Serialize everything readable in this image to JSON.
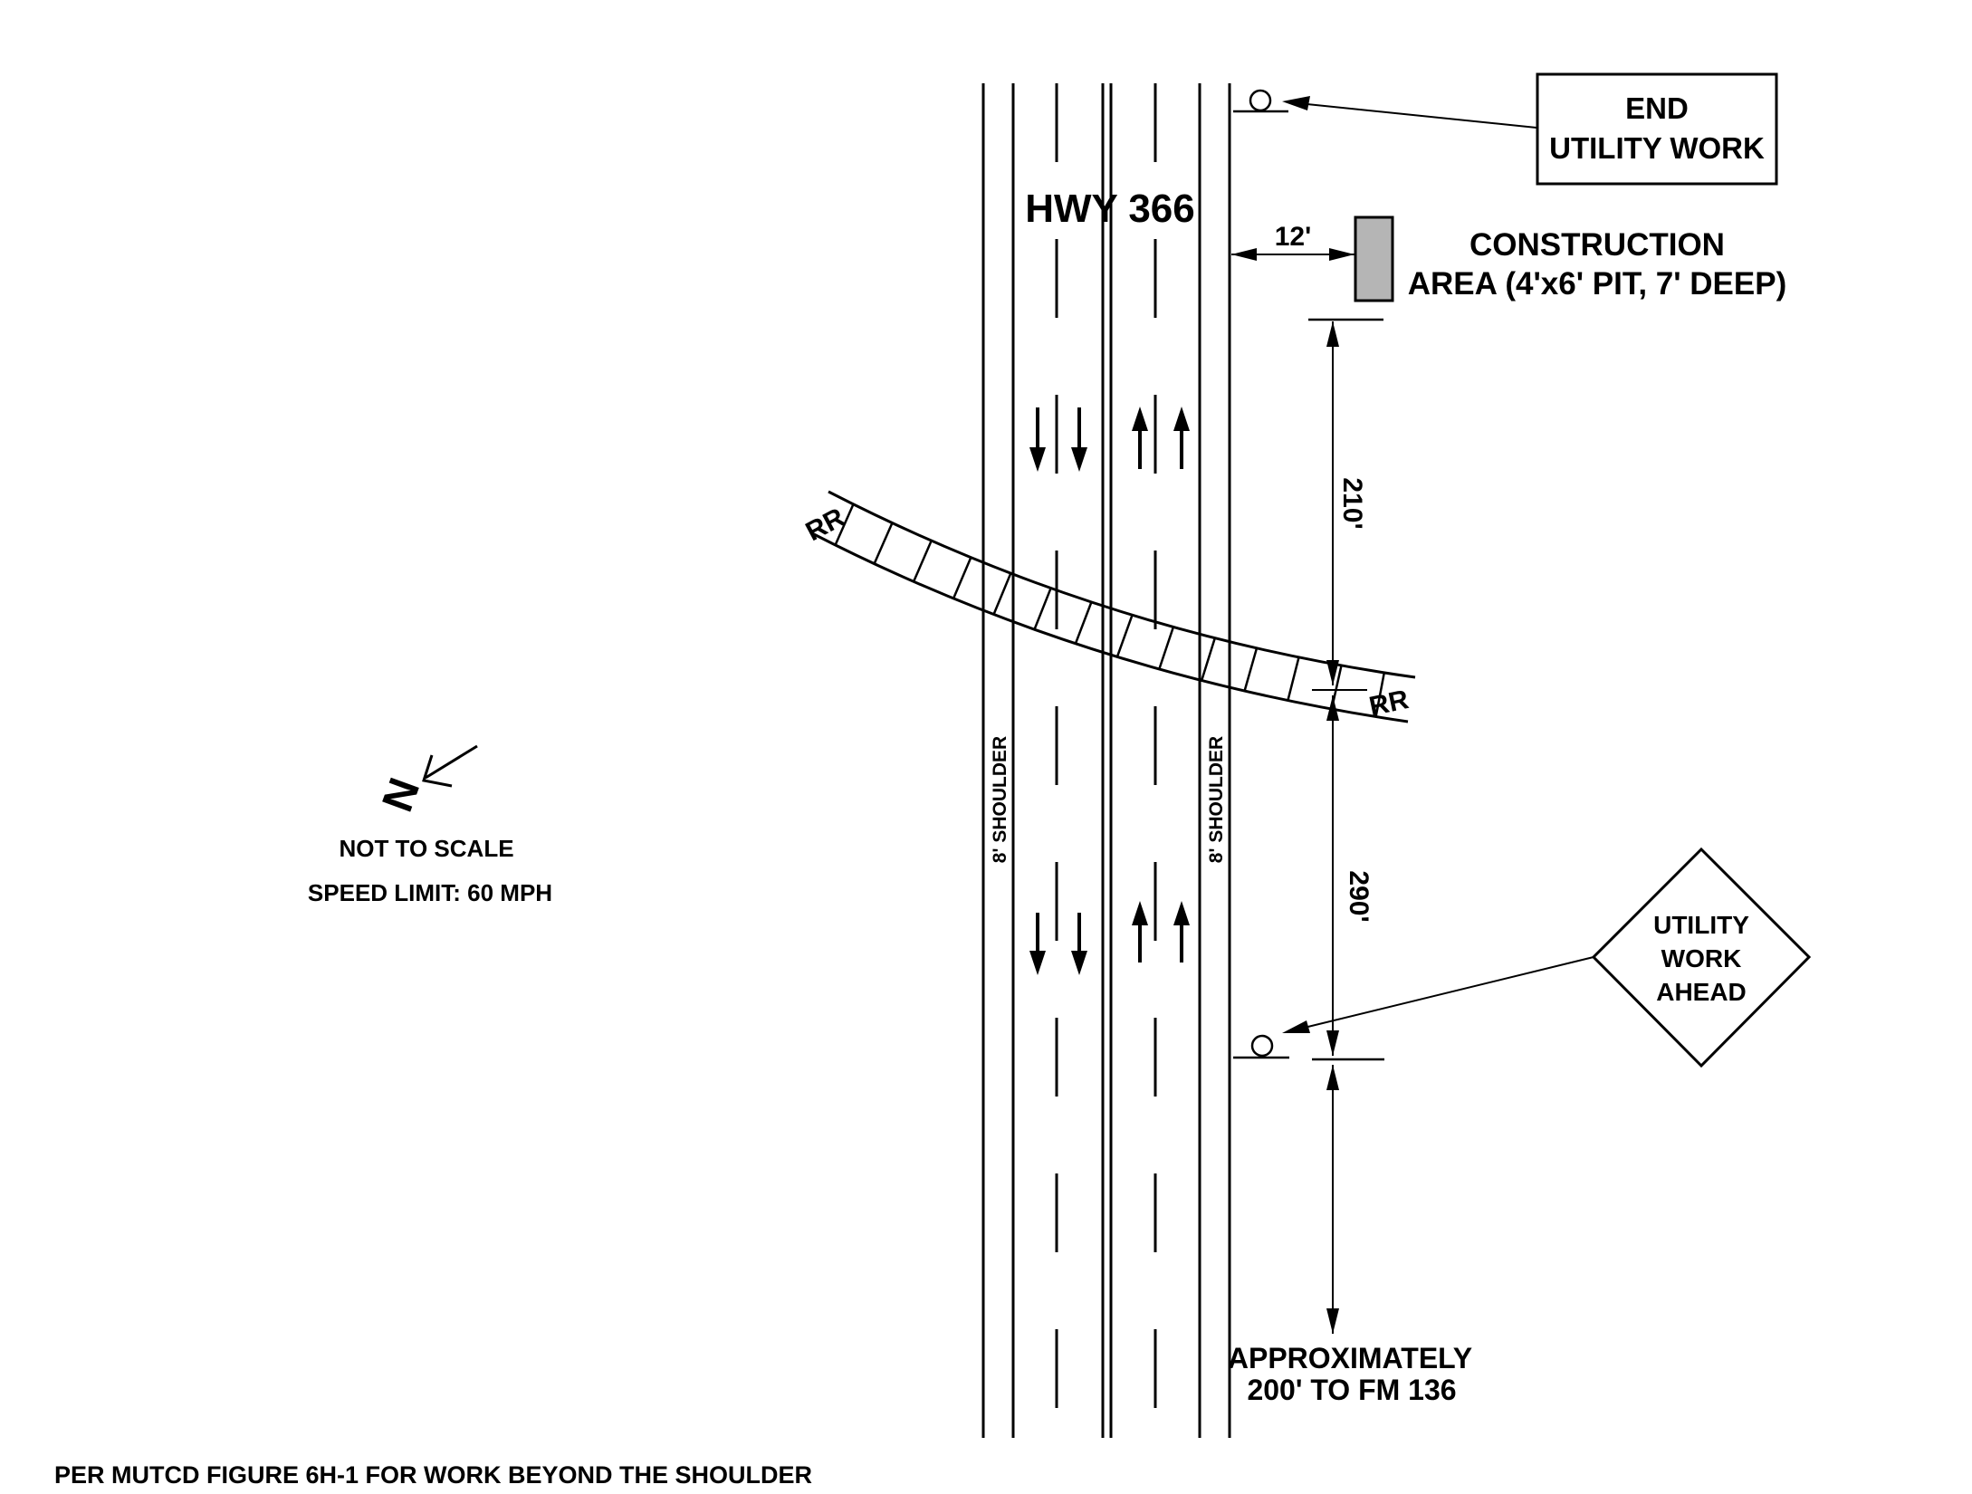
{
  "road": {
    "name_label": "HWY 366",
    "shoulder_left": "8' SHOULDER",
    "shoulder_right": "8' SHOULDER"
  },
  "railroad": {
    "label_left": "RR",
    "label_right": "RR"
  },
  "signs": {
    "end_utility_work": {
      "line1": "END",
      "line2": "UTILITY WORK"
    },
    "utility_work_ahead": {
      "line1": "UTILITY",
      "line2": "WORK",
      "line3": "AHEAD"
    }
  },
  "construction": {
    "line1": "CONSTRUCTION",
    "line2": "AREA (4'x6' PIT, 7' DEEP)"
  },
  "dimensions": {
    "offset_to_pit": "12'",
    "pit_to_rr": "210'",
    "rr_to_sign": "290'",
    "approx_line1": "APPROXIMATELY",
    "approx_line2": "200' TO FM 136"
  },
  "annotations": {
    "north": "N",
    "not_to_scale": "NOT TO SCALE",
    "speed_limit": "SPEED LIMIT: 60 MPH",
    "footnote": "PER MUTCD FIGURE 6H-1 FOR WORK BEYOND THE SHOULDER"
  },
  "colors": {
    "ink": "#000000",
    "background": "#ffffff",
    "construction_fill": "#b5b5b5"
  }
}
